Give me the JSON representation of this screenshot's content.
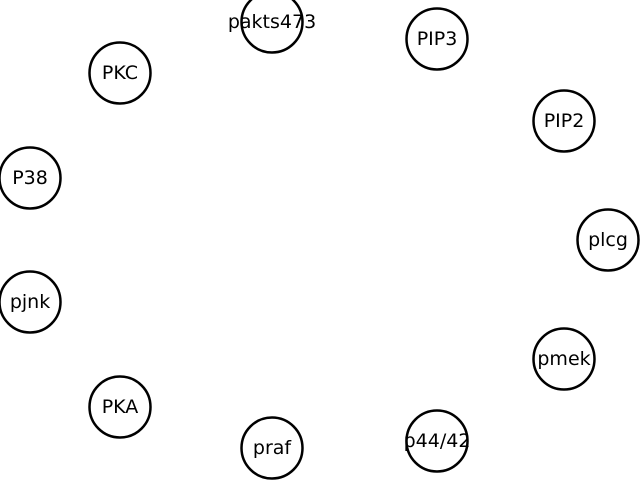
{
  "diagram": {
    "type": "network-graph",
    "node_stroke_color": "#000000",
    "node_fill_color": "#ffffff",
    "nodes": [
      {
        "id": "pakts473",
        "label": "pakts473"
      },
      {
        "id": "PIP3",
        "label": "PIP3"
      },
      {
        "id": "PIP2",
        "label": "PIP2"
      },
      {
        "id": "plcg",
        "label": "plcg"
      },
      {
        "id": "pmek",
        "label": "pmek"
      },
      {
        "id": "p44-42",
        "label": "p44/42"
      },
      {
        "id": "praf",
        "label": "praf"
      },
      {
        "id": "PKA",
        "label": "PKA"
      },
      {
        "id": "pjnk",
        "label": "pjnk"
      },
      {
        "id": "P38",
        "label": "P38"
      },
      {
        "id": "PKC",
        "label": "PKC"
      }
    ],
    "edges": []
  }
}
